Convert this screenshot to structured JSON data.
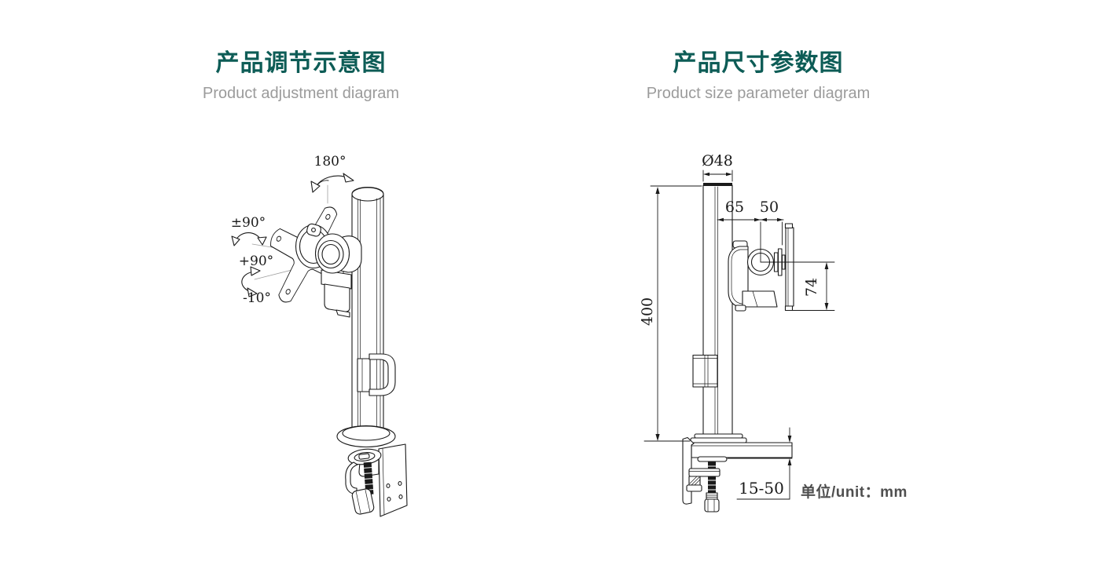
{
  "page": {
    "background": "#ffffff"
  },
  "left_panel": {
    "title": "产品调节示意图",
    "subtitle": "Product adjustment diagram",
    "annotations": {
      "swivel": "180°",
      "rotation": "±90°",
      "tilt_up": "+90°",
      "tilt_down": "-10°"
    }
  },
  "right_panel": {
    "title": "产品尺寸参数图",
    "subtitle": "Product size parameter diagram",
    "dimensions": {
      "pole_diameter": "Ø48",
      "pole_to_pivot": "65",
      "pivot_to_plate": "50",
      "plate_drop": "74",
      "pole_height": "400",
      "clamp_range": "15-50"
    },
    "unit_label": "单位/unit：mm"
  },
  "colors": {
    "title_accent": "#0d5c56",
    "subtitle_gray": "#9b9b9b",
    "line_art": "#1a1a1a",
    "unit_text": "#4f4f4f"
  }
}
